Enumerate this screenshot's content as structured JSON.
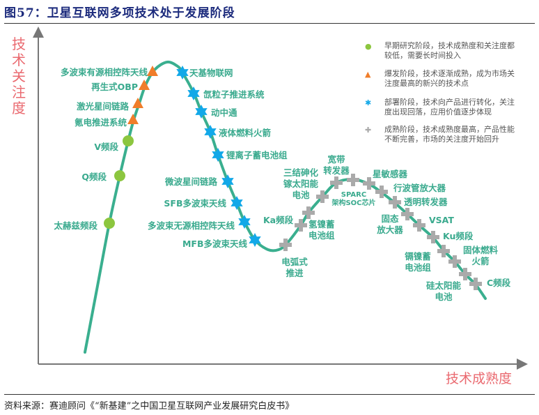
{
  "title": "图57：卫星互联网多项技术处于发展阶段",
  "source": "资料来源：赛迪顾问《“新基建”之中国卫星互联网产业发展研究白皮书》",
  "axes": {
    "y_label": "技术关注度",
    "x_label": "技术成熟度"
  },
  "colors": {
    "curve": "#3aaf8f",
    "label": "#3aaa8e",
    "axis_label": "#ea6a70",
    "early": "#8cc63f",
    "boom": "#f07d2a",
    "deploy": "#12a8e8",
    "mature": "#aaaaaa"
  },
  "legend": [
    {
      "stage": "early",
      "marker": "circle",
      "text": "早期研究阶段，技术成熟度和关注度都较低，需要长时间投入"
    },
    {
      "stage": "boom",
      "marker": "triangle",
      "text": "爆发阶段，技术逐渐成熟，成为市场关注度最高的新兴的技术点"
    },
    {
      "stage": "deploy",
      "marker": "star",
      "text": "部署阶段，技术向产品进行转化，关注度出现回落，应用价值逐步体现"
    },
    {
      "stage": "mature",
      "marker": "cross",
      "text": "成熟阶段，技术成熟度最高，产品性能不断完善，市场的关注度开始回升"
    }
  ],
  "technologies": [
    {
      "label": "太赫兹频段",
      "stage": "early"
    },
    {
      "label": "Q频段",
      "stage": "early"
    },
    {
      "label": "V频段",
      "stage": "early"
    },
    {
      "label": "氪电推进系统",
      "stage": "boom"
    },
    {
      "label": "激光星间链路",
      "stage": "boom"
    },
    {
      "label": "再生式OBP",
      "stage": "boom"
    },
    {
      "label": "多波束有源相控阵天线",
      "stage": "boom"
    },
    {
      "label": "天基物联网",
      "stage": "deploy"
    },
    {
      "label": "氙粒子推进系统",
      "stage": "deploy"
    },
    {
      "label": "动中通",
      "stage": "deploy"
    },
    {
      "label": "液体燃料火箭",
      "stage": "deploy"
    },
    {
      "label": "锂离子蓄电池组",
      "stage": "deploy"
    },
    {
      "label": "微波星间链路",
      "stage": "deploy"
    },
    {
      "label": "SFB多波束天线",
      "stage": "deploy"
    },
    {
      "label": "多波束无源相控阵天线",
      "stage": "deploy"
    },
    {
      "label": "MFB多波束天线",
      "stage": "deploy"
    },
    {
      "label": "电弧式\n推进",
      "stage": "mature"
    },
    {
      "label": "Ka频段",
      "stage": "mature"
    },
    {
      "label": "氢镍蓄\n电池组",
      "stage": "mature"
    },
    {
      "label": "三结砷化\n镓太阳能\n电池",
      "stage": "mature"
    },
    {
      "label": "宽带\n转发器",
      "stage": "mature"
    },
    {
      "label": "SPARC\n架构SOC芯片",
      "stage": "mature"
    },
    {
      "label": "星敏感器",
      "stage": "mature"
    },
    {
      "label": "行波管放大器",
      "stage": "mature"
    },
    {
      "label": "透明转发器",
      "stage": "mature"
    },
    {
      "label": "固态\n放大器",
      "stage": "mature"
    },
    {
      "label": "VSAT",
      "stage": "mature"
    },
    {
      "label": "Ku频段",
      "stage": "mature"
    },
    {
      "label": "固体燃料\n火箭",
      "stage": "mature"
    },
    {
      "label": "镉镍蓄\n电池组",
      "stage": "mature"
    },
    {
      "label": "硅太阳能\n电池",
      "stage": "mature"
    },
    {
      "label": "C频段",
      "stage": "mature"
    }
  ]
}
